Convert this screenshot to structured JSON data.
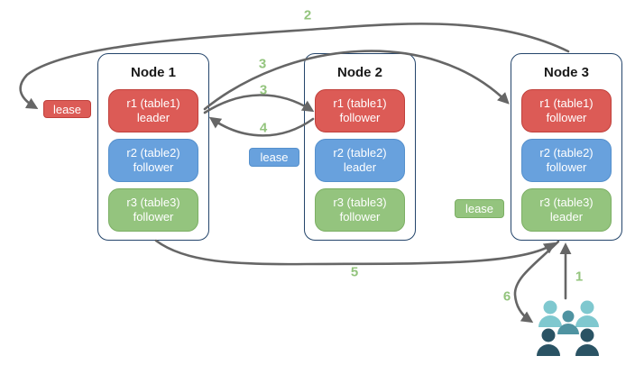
{
  "nodes": [
    {
      "title": "Node 1",
      "replicas": [
        {
          "name": "r1 (table1)",
          "role": "leader",
          "color": "red"
        },
        {
          "name": "r2 (table2)",
          "role": "follower",
          "color": "blue"
        },
        {
          "name": "r3 (table3)",
          "role": "follower",
          "color": "green"
        }
      ]
    },
    {
      "title": "Node 2",
      "replicas": [
        {
          "name": "r1 (table1)",
          "role": "follower",
          "color": "red"
        },
        {
          "name": "r2 (table2)",
          "role": "leader",
          "color": "blue"
        },
        {
          "name": "r3 (table3)",
          "role": "follower",
          "color": "green"
        }
      ]
    },
    {
      "title": "Node 3",
      "replicas": [
        {
          "name": "r1 (table1)",
          "role": "follower",
          "color": "red"
        },
        {
          "name": "r2 (table2)",
          "role": "follower",
          "color": "blue"
        },
        {
          "name": "r3 (table3)",
          "role": "leader",
          "color": "green"
        }
      ]
    }
  ],
  "leases": [
    {
      "label": "lease",
      "color": "red"
    },
    {
      "label": "lease",
      "color": "blue"
    },
    {
      "label": "lease",
      "color": "green"
    }
  ],
  "steps": [
    {
      "label": "2"
    },
    {
      "label": "3"
    },
    {
      "label": "3"
    },
    {
      "label": "4"
    },
    {
      "label": "5"
    },
    {
      "label": "6"
    },
    {
      "label": "1"
    }
  ],
  "icons": {
    "clients": "clients-group-icon"
  },
  "colors": {
    "red": "#DC5B56",
    "red_border": "#C0403B",
    "blue": "#68A1DD",
    "blue_border": "#5590CC",
    "green": "#94C47E",
    "green_border": "#7CAF64",
    "node_border": "#24456B",
    "arrow": "#666666",
    "step": "#93C47D",
    "title": "#1A1A1A",
    "client_light": "#7FC8CF",
    "client_mid": "#4F93A1",
    "client_dark": "#2A5364"
  }
}
